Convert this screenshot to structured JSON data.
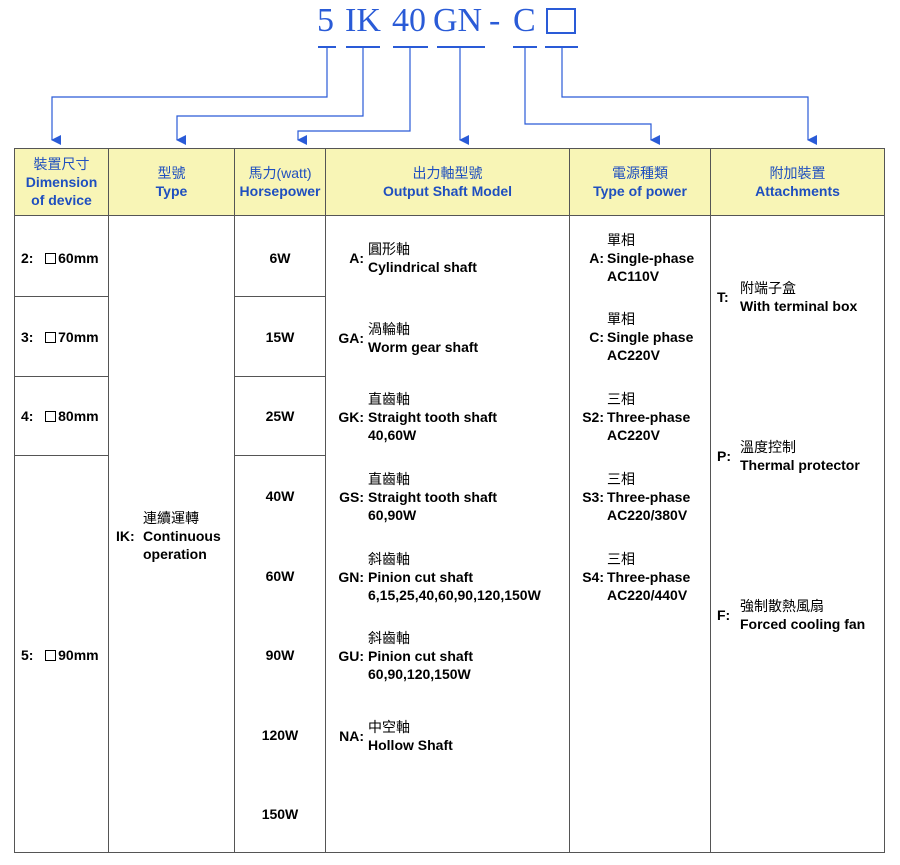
{
  "model_code": {
    "part1": "5",
    "part2": "IK",
    "part3": "40",
    "part4": "GN",
    "dash1": "-",
    "part5": "C"
  },
  "headers": {
    "dimension": {
      "zh": "裝置尺寸",
      "en1": "Dimension",
      "en2": "of device"
    },
    "type": {
      "zh": "型號",
      "en": "Type"
    },
    "horsepower": {
      "zh": "馬力(watt)",
      "en": "Horsepower"
    },
    "shaft": {
      "zh": "出力軸型號",
      "en": "Output Shaft Model"
    },
    "power": {
      "zh": "電源種類",
      "en": "Type of power"
    },
    "attachments": {
      "zh": "附加裝置",
      "en": "Attachments"
    }
  },
  "dimensions": [
    {
      "code": "2:",
      "size": "60mm"
    },
    {
      "code": "3:",
      "size": "70mm"
    },
    {
      "code": "4:",
      "size": "80mm"
    },
    {
      "code": "5:",
      "size": "90mm"
    }
  ],
  "type_item": {
    "code": "IK:",
    "zh": "連續運轉",
    "en1": "Continuous",
    "en2": "operation"
  },
  "watts": [
    "6W",
    "15W",
    "25W",
    "40W",
    "60W",
    "90W",
    "120W",
    "150W"
  ],
  "shafts": [
    {
      "code": "A:",
      "zh": "圓形軸",
      "en1": "Cylindrical shaft",
      "en2": ""
    },
    {
      "code": "GA:",
      "zh": "渦輪軸",
      "en1": "Worm gear shaft",
      "en2": ""
    },
    {
      "code": "GK:",
      "zh": "直齒軸",
      "en1": "Straight tooth shaft",
      "en2": "40,60W"
    },
    {
      "code": "GS:",
      "zh": "直齒軸",
      "en1": "Straight tooth shaft",
      "en2": "60,90W"
    },
    {
      "code": "GN:",
      "zh": "斜齒軸",
      "en1": "Pinion cut shaft",
      "en2": "6,15,25,40,60,90,120,150W"
    },
    {
      "code": "GU:",
      "zh": "斜齒軸",
      "en1": "Pinion cut shaft",
      "en2": "60,90,120,150W"
    },
    {
      "code": "NA:",
      "zh": "中空軸",
      "en1": "Hollow Shaft",
      "en2": ""
    }
  ],
  "powers": [
    {
      "code": "A:",
      "zh": "單相",
      "en1": "Single-phase",
      "en2": "AC110V"
    },
    {
      "code": "C:",
      "zh": "單相",
      "en1": "Single phase",
      "en2": "AC220V"
    },
    {
      "code": "S2:",
      "zh": "三相",
      "en1": "Three-phase",
      "en2": "AC220V"
    },
    {
      "code": "S3:",
      "zh": "三相",
      "en1": "Three-phase",
      "en2": "AC220/380V"
    },
    {
      "code": "S4:",
      "zh": "三相",
      "en1": "Three-phase",
      "en2": "AC220/440V"
    }
  ],
  "attachments": [
    {
      "code": "T:",
      "zh": "附端子盒",
      "en": "With terminal box"
    },
    {
      "code": "P:",
      "zh": "溫度控制",
      "en": "Thermal protector"
    },
    {
      "code": "F:",
      "zh": "強制散熱風扇",
      "en": "Forced cooling fan"
    }
  ],
  "colors": {
    "accent": "#2a5bd7",
    "header_bg": "#f8f5b6",
    "header_text": "#1f4fbf"
  }
}
